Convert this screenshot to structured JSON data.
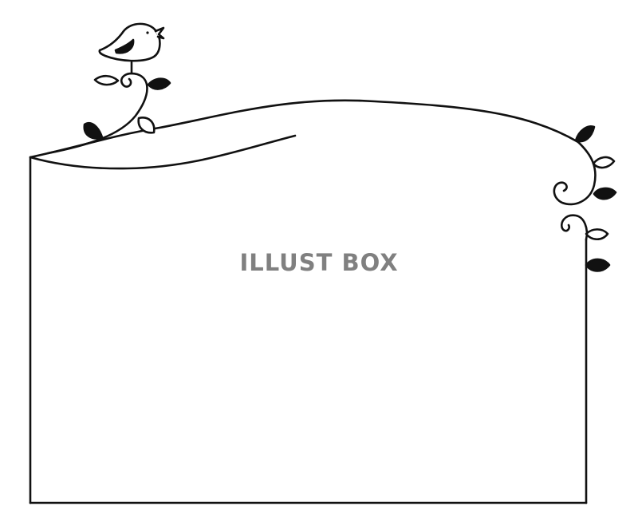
{
  "watermark": {
    "text": "ILLUST BOX",
    "color": "#7a7a7a"
  },
  "illustration": {
    "stroke_color": "#111111",
    "fill_color": "#111111",
    "background": "#ffffff",
    "motifs": [
      "bird-icon",
      "vine",
      "leaf",
      "frame-border"
    ]
  }
}
